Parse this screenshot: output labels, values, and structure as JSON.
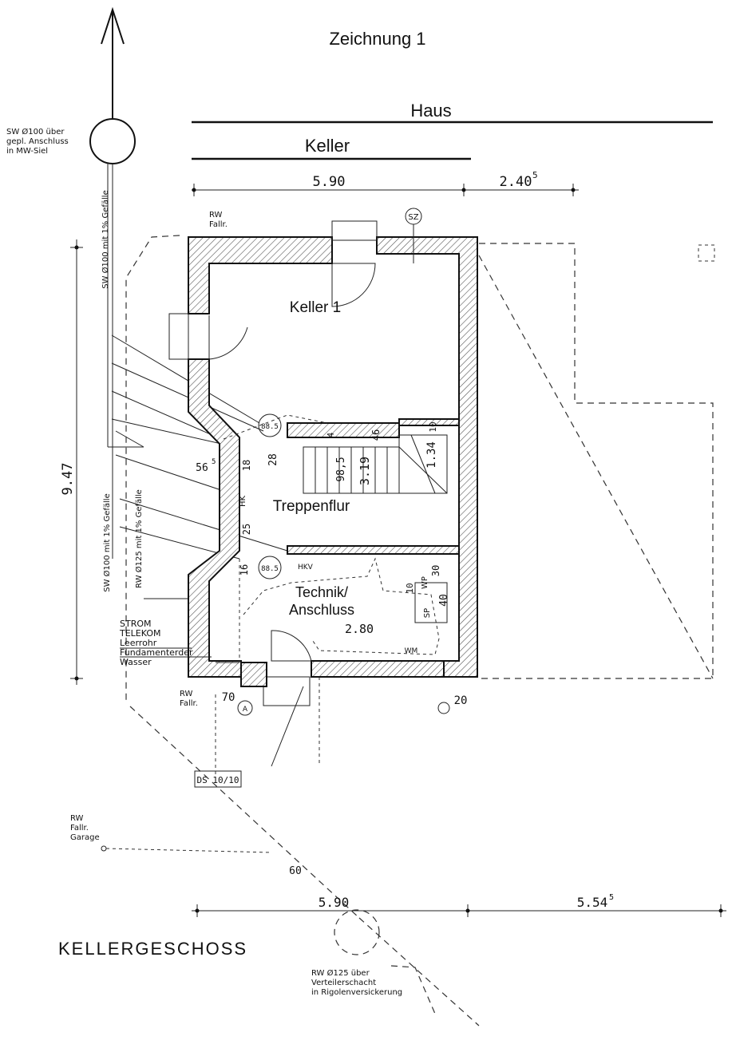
{
  "header": {
    "title": "Zeichnung 1",
    "haus_label": "Haus",
    "keller_label": "Keller"
  },
  "dimensions": {
    "top_width": "5.90",
    "top_right": "2.40",
    "top_right_sup": "5",
    "left_height": "9.47",
    "bottom_width": "5.90",
    "bottom_right": "5.54",
    "bottom_right_sup": "5",
    "wall_56": "56",
    "wall_56_sup": "5",
    "d28": "28",
    "d98_5": "98,5",
    "d3_19": "3.19",
    "d1_34": "1.34",
    "d10": "10",
    "d46": "46",
    "d4": "4",
    "d18": "18",
    "d25": "25",
    "d16": "16",
    "d2_80": "2.80",
    "d70": "70",
    "d20": "20",
    "d30": "30",
    "d40": "40",
    "d10b": "10",
    "d60": "60",
    "d88_5a": "88.5",
    "d88_5b": "88.5"
  },
  "rooms": {
    "keller1": "Keller 1",
    "treppenflur": "Treppenflur",
    "technik_line1": "Technik/",
    "technik_line2": "Anschluss"
  },
  "annotations": {
    "sw_top_line1": "SW Ø100 über",
    "sw_top_line2": "gepl. Anschluss",
    "sw_top_line3": "in MW-Siel",
    "sw_vertical_top": "SW Ø100 mit 1% Gefälle",
    "sw_vertical_bottom": "SW Ø100 mit 1% Gefälle",
    "rw_vertical": "RW Ø125 mit 1% Gefälle",
    "rw_fallr_top_1": "RW",
    "rw_fallr_top_2": "Fallr.",
    "rw_fallr_bot_1": "RW",
    "rw_fallr_bot_2": "Fallr.",
    "sz": "SZ",
    "hk": "HK",
    "hkv": "HKV",
    "wp": "WP",
    "sp": "SP",
    "wm": "WM",
    "strom": "STROM",
    "telekom": "TELEKOM",
    "leerrohr": "Leerrohr",
    "fundamenterder": "Fundamenterder",
    "wasser": "Wasser",
    "ds": "DS 10/10",
    "rw_garage_1": "RW",
    "rw_garage_2": "Fallr.",
    "rw_garage_3": "Garage",
    "rw_bottom_1": "RW Ø125 über",
    "rw_bottom_2": "Verteilerschacht",
    "rw_bottom_3": "in Rigolenversickerung",
    "kellergeschoss": "KELLERGESCHOSS",
    "a_marker": "A"
  }
}
